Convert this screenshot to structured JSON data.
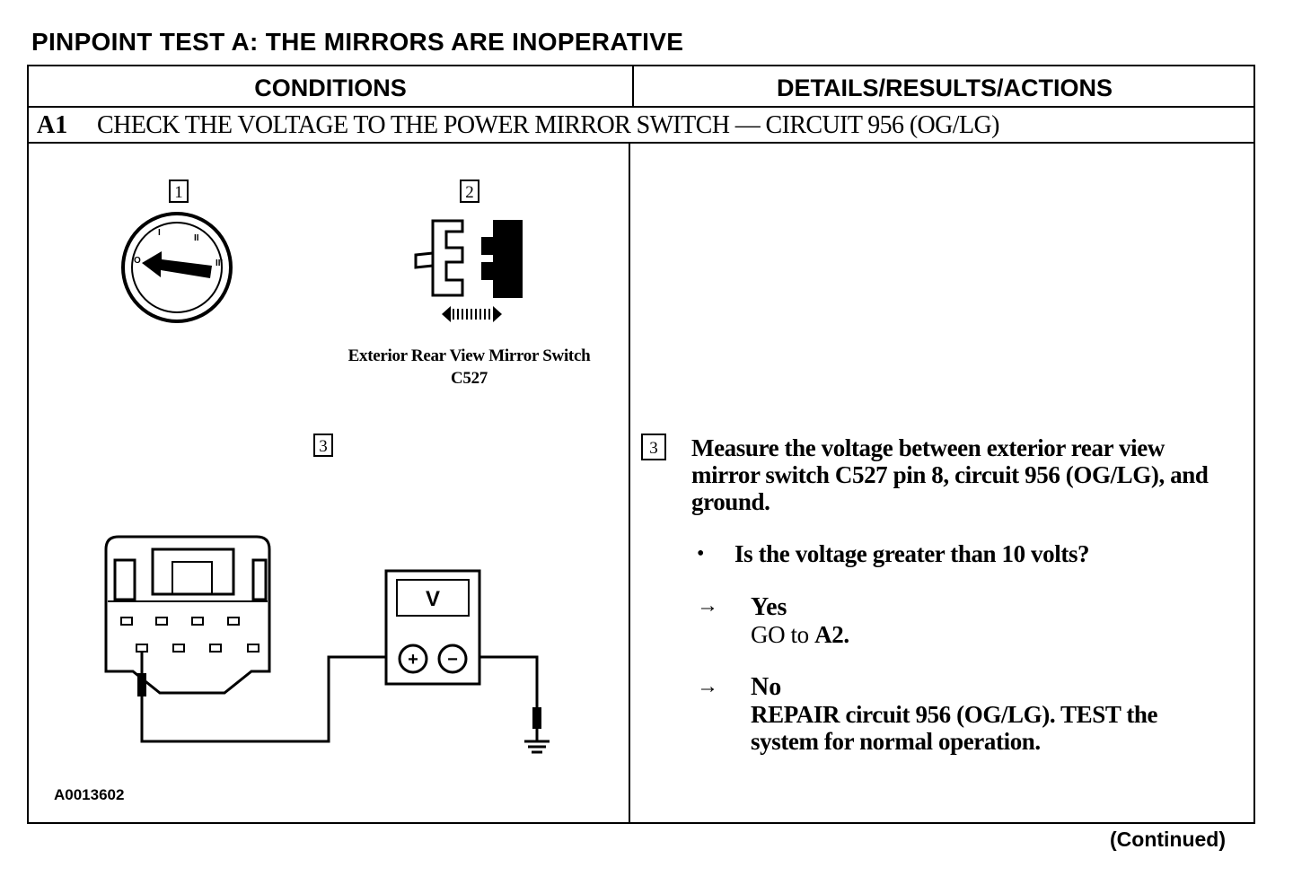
{
  "title": "PINPOINT TEST A:  THE MIRRORS ARE INOPERATIVE",
  "table": {
    "col_conditions": "CONDITIONS",
    "col_details": "DETAILS/RESULTS/ACTIONS",
    "step": {
      "id": "A1",
      "title": "CHECK THE VOLTAGE TO THE POWER MIRROR SWITCH — CIRCUIT 956 (OG/LG)"
    }
  },
  "conditions": {
    "callouts": [
      "1",
      "2",
      "3"
    ],
    "switch_caption_line1": "Exterior Rear View Mirror Switch",
    "switch_caption_line2": "C527",
    "ignition_labels": [
      "O",
      "I",
      "II",
      "III"
    ],
    "meter_label": "V",
    "meter_plus": "+",
    "meter_minus": "−",
    "figure_code": "A0013602"
  },
  "details": {
    "callout": "3",
    "instruction": "Measure the voltage between exterior rear view mirror switch C527 pin 8, circuit 956 (OG/LG), and ground.",
    "bullet": "•",
    "question": "Is the voltage greater than 10 volts?",
    "arrow": "→",
    "yes_label": "Yes",
    "yes_action_prefix": "GO to ",
    "yes_action_target": "A2",
    "yes_action_suffix": ".",
    "no_label": "No",
    "no_action": "REPAIR circuit 956 (OG/LG). TEST the system for normal operation."
  },
  "footer": {
    "continued": "(Continued)"
  }
}
